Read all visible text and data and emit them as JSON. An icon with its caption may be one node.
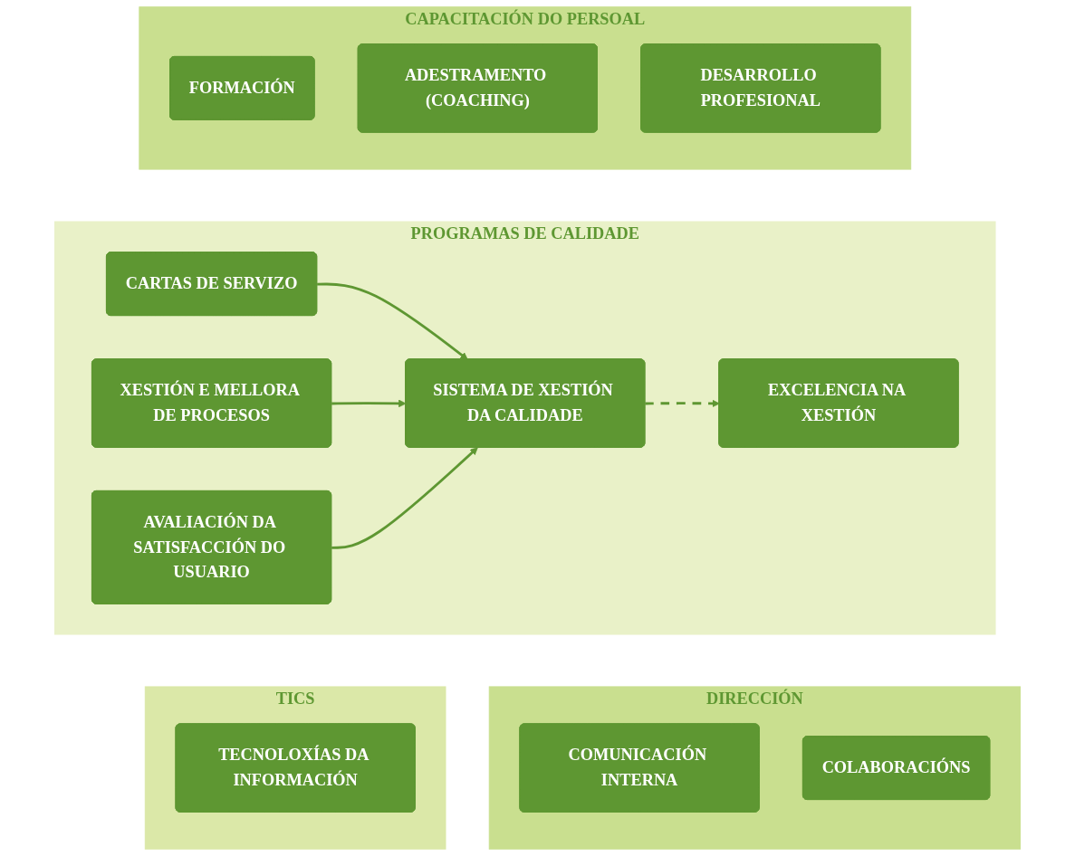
{
  "diagram": {
    "nodes": [
      {
        "text": [
          "CAPACITACIÓN DO PERSOAL"
        ]
      },
      {
        "text": [
          "FORMACIÓN"
        ],
        "in": 0
      },
      {
        "text": [
          "ADESTRAMENTO (COACHING)"
        ],
        "in": 0
      },
      {
        "text": [
          "DESARROLLO PROFESIONAL"
        ],
        "in": 0
      },
      {
        "text": [
          "PROGRAMAS DE CALIDADE"
        ]
      },
      {
        "text": [
          "CARTAS DE SERVIZO"
        ],
        "in": 4
      },
      {
        "text": [
          "XESTIÓN E MELLORA DE PROCESOS"
        ],
        "in": 4
      },
      {
        "text": [
          "AVALIACIÓN DA SATISFACCIÓN DO USUARIO"
        ],
        "in": 4
      },
      {
        "text": [
          "SISTEMA DE XESTIÓN DA CALIDADE"
        ],
        "in": 4
      },
      {
        "text": [
          "EXCELENCIA NA XESTIÓN"
        ],
        "in": 4
      },
      {
        "text": [
          "TICS"
        ]
      },
      {
        "text": [
          "TECNOLOXÍAS DA INFORMACIÓN"
        ],
        "in": 10
      },
      {
        "text": [
          "DIRECCIÓN"
        ]
      },
      {
        "text": [
          "COMUNICACIÓN INTERNA"
        ],
        "in": 12
      },
      {
        "text": [
          "COLABORACIÓNS"
        ],
        "in": 12
      }
    ],
    "edges": [
      {
        "from": 5,
        "to": 8,
        "arrow": "to"
      },
      {
        "from": 6,
        "to": 8,
        "arrow": "to"
      },
      {
        "from": 7,
        "to": 8,
        "arrow": "to"
      },
      {
        "from": 8,
        "to": 9,
        "arrow": "to",
        "style": "dashed"
      }
    ]
  }
}
